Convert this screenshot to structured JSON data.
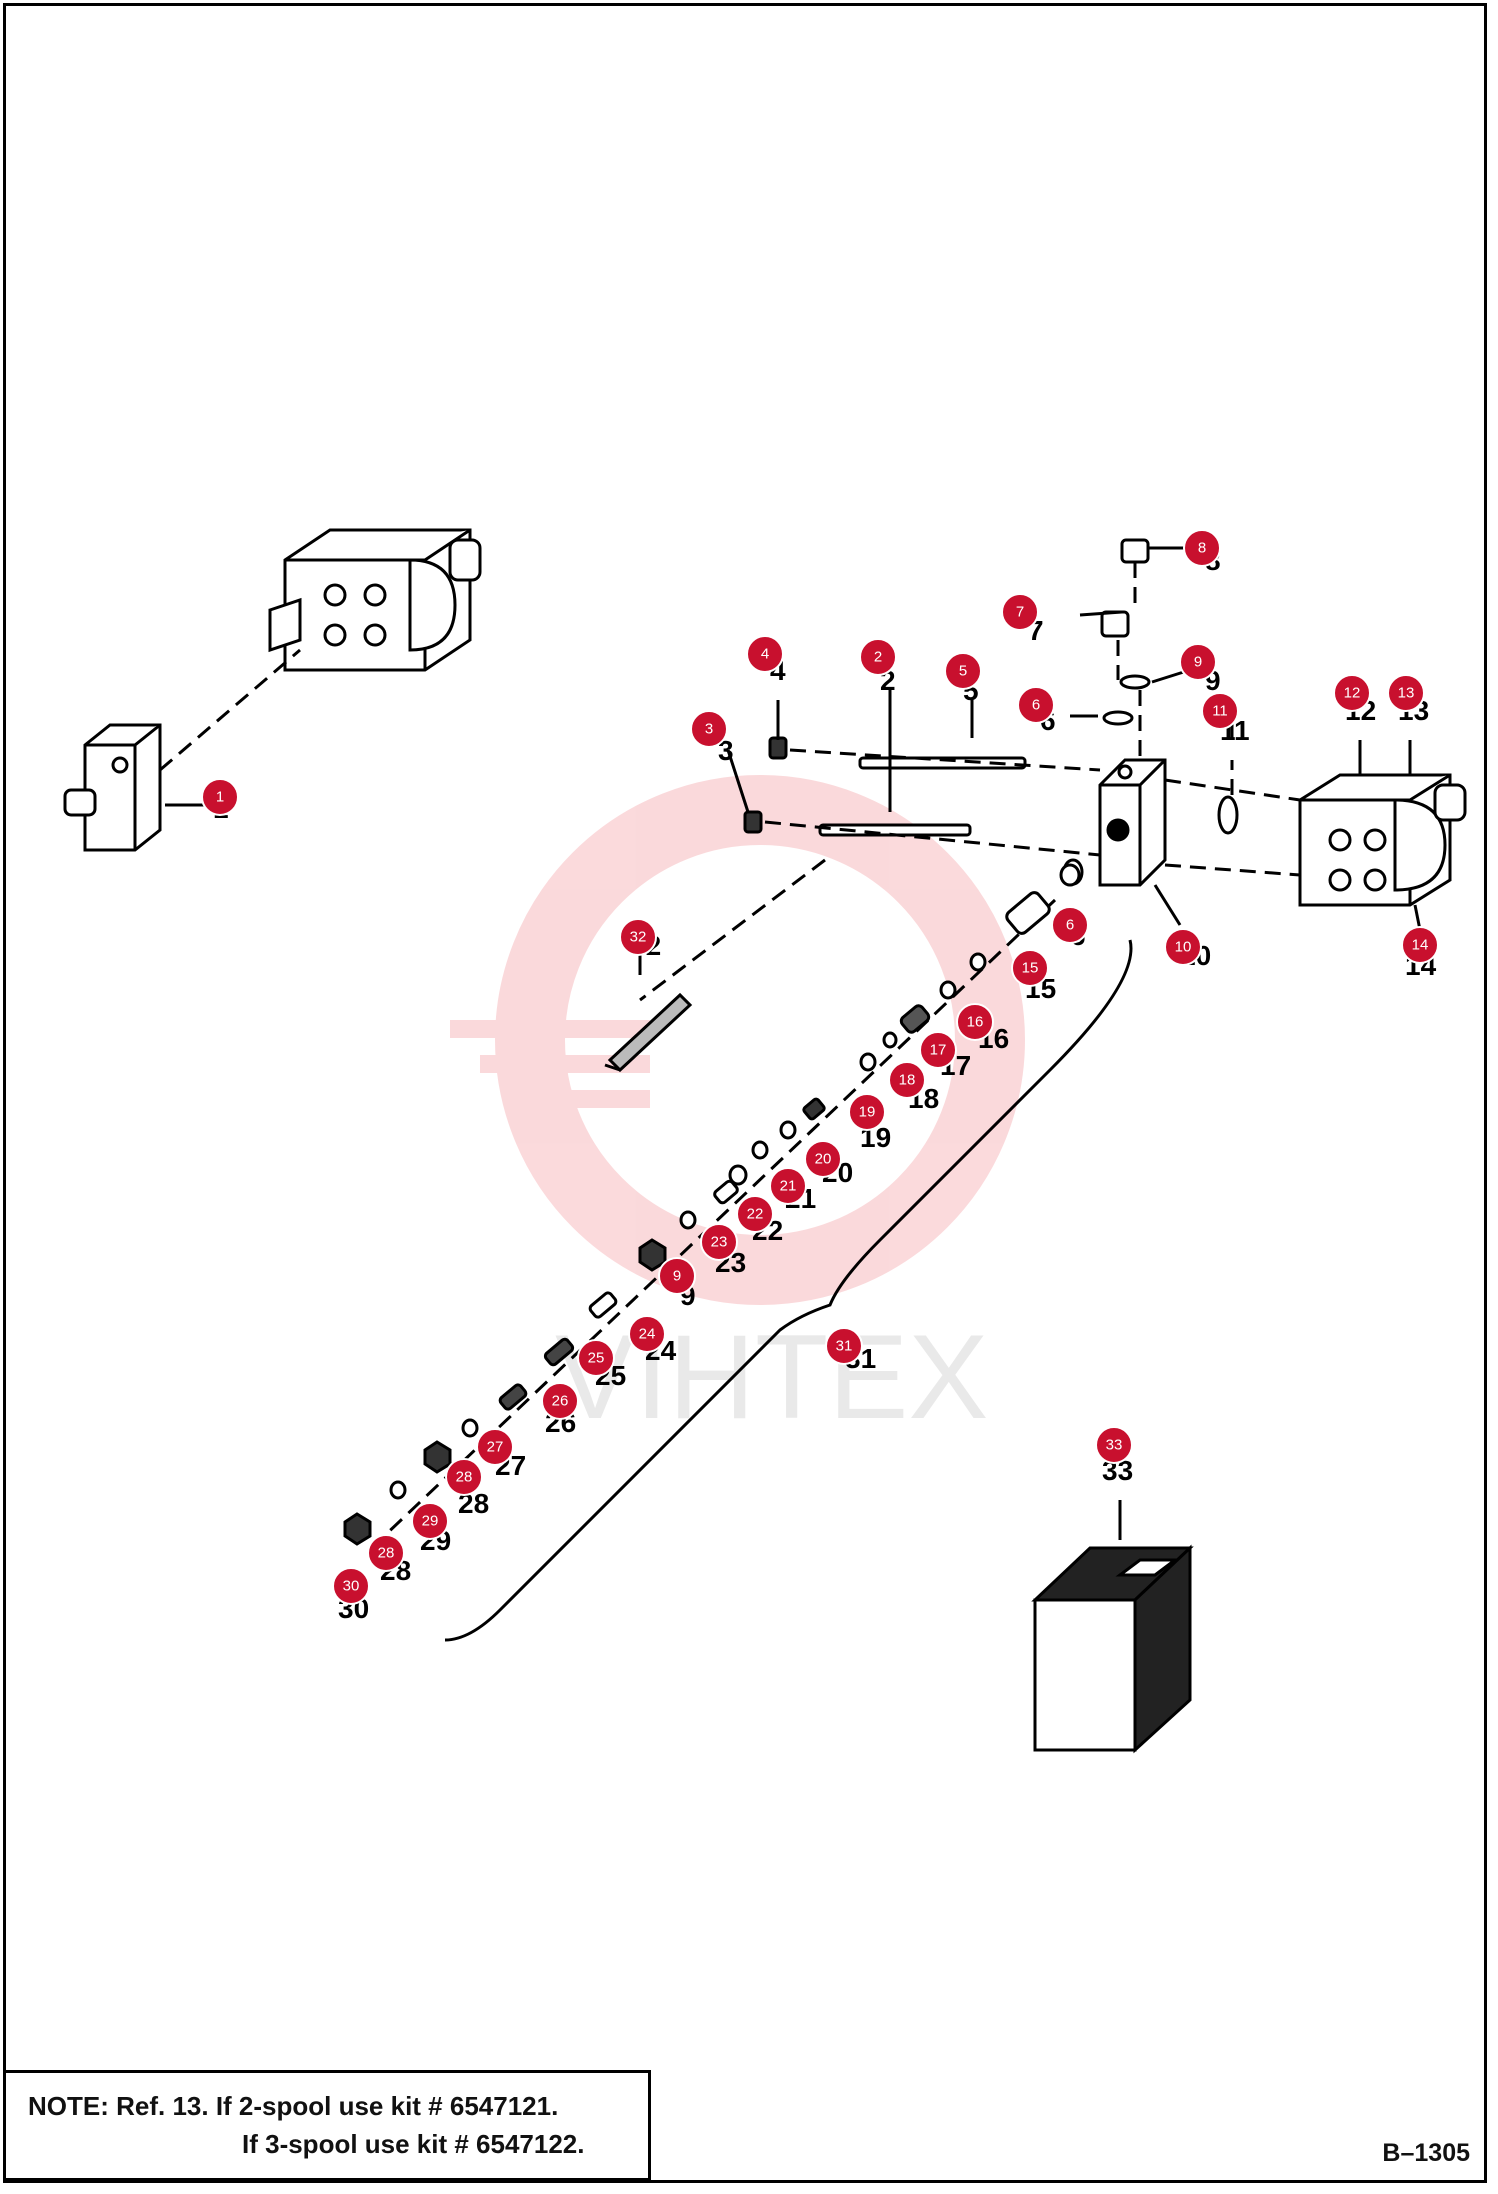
{
  "note": {
    "line1": "NOTE: Ref. 13. If 2-spool use kit # 6547121.",
    "line2": "If 3-spool use kit # 6547122."
  },
  "figure_code": "B–1305",
  "watermark": "VIHTEX",
  "colors": {
    "callout": "#c8102e",
    "watermark": "#e8343c",
    "line": "#000000"
  },
  "callouts": [
    "1",
    "2",
    "3",
    "4",
    "5",
    "6",
    "7",
    "8",
    "9",
    "10",
    "11",
    "12",
    "13",
    "14",
    "15",
    "16",
    "17",
    "18",
    "19",
    "20",
    "21",
    "22",
    "23",
    "24",
    "25",
    "26",
    "27",
    "28",
    "29",
    "30",
    "31",
    "32",
    "33"
  ]
}
